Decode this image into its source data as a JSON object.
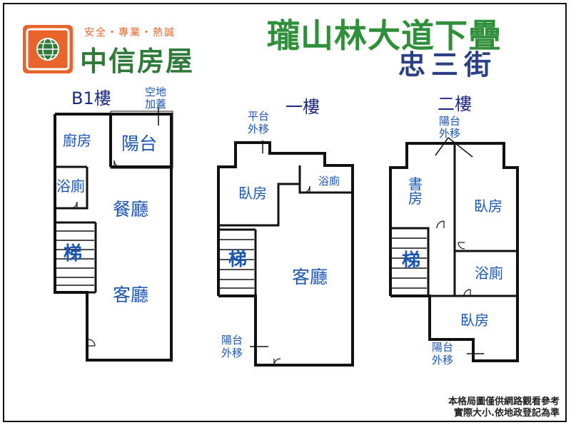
{
  "company": {
    "slogan": "安全・專業・熱誠",
    "name": "中信房屋"
  },
  "title": {
    "main": "瓏山林大道下疊",
    "sub": "忠三街"
  },
  "floors": {
    "b1": {
      "title": "B1樓",
      "kitchen": "廚房",
      "balcony": "陽台",
      "bath": "浴廁",
      "dining": "餐廳",
      "stairs": "梯",
      "living": "客廳",
      "extra_line1": "空地",
      "extra_line2": "加蓋"
    },
    "f1": {
      "title": "一樓",
      "platform_line1": "平台",
      "platform_line2": "外移",
      "bedroom": "臥房",
      "bath": "浴廁",
      "stairs": "梯",
      "living": "客廳",
      "balcony_line1": "陽台",
      "balcony_line2": "外移"
    },
    "f2": {
      "title": "二樓",
      "balcony_line1": "陽台",
      "balcony_line2": "外移",
      "study_line1": "書",
      "study_line2": "房",
      "bedroom1": "臥房",
      "stairs": "梯",
      "bath": "浴廁",
      "bedroom2": "臥房",
      "balcony2_line1": "陽台",
      "balcony2_line2": "外移"
    }
  },
  "note": {
    "line1": "本格局圖僅供網路觀看參考",
    "line2": "實際大小.依地政登記為準"
  },
  "colors": {
    "brand_orange": "#e8642a",
    "brand_green": "#2f7a3a",
    "title_green": "#2f8f3a",
    "title_navy": "#2a3f86",
    "room_blue": "#1c56b0"
  }
}
